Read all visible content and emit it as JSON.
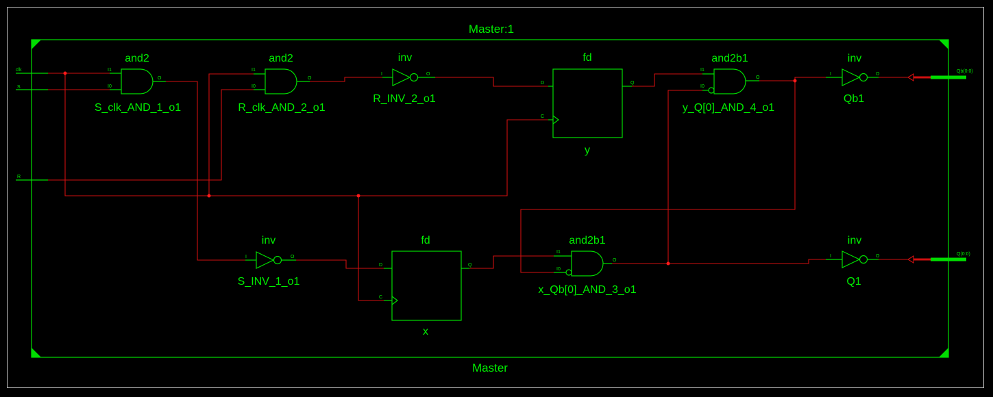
{
  "module": {
    "instance_title": "Master:1",
    "name": "Master"
  },
  "inputs": [
    {
      "name": "clk"
    },
    {
      "name": "S"
    },
    {
      "name": "R"
    }
  ],
  "outputs": [
    {
      "name": "Qb(0:0)"
    },
    {
      "name": "Q(0:0)"
    }
  ],
  "components": [
    {
      "id": "and_s",
      "type": "and2",
      "label": "S_clk_AND_1_o1",
      "pins": [
        "I1",
        "I0",
        "O"
      ]
    },
    {
      "id": "and_r",
      "type": "and2",
      "label": "R_clk_AND_2_o1",
      "pins": [
        "I1",
        "I0",
        "O"
      ]
    },
    {
      "id": "inv_r",
      "type": "inv",
      "label": "R_INV_2_o1",
      "pins": [
        "I",
        "O"
      ]
    },
    {
      "id": "fd_y",
      "type": "fd",
      "label": "y",
      "pins": [
        "D",
        "Q",
        "C"
      ]
    },
    {
      "id": "and_y",
      "type": "and2b1",
      "label": "y_Q[0]_AND_4_o1",
      "pins": [
        "I1",
        "I0",
        "O"
      ]
    },
    {
      "id": "inv_qb",
      "type": "inv",
      "label": "Qb1",
      "pins": [
        "I",
        "O"
      ]
    },
    {
      "id": "inv_s",
      "type": "inv",
      "label": "S_INV_1_o1",
      "pins": [
        "I",
        "O"
      ]
    },
    {
      "id": "fd_x",
      "type": "fd",
      "label": "x",
      "pins": [
        "D",
        "Q",
        "C"
      ]
    },
    {
      "id": "and_x",
      "type": "and2b1",
      "label": "x_Qb[0]_AND_3_o1",
      "pins": [
        "I1",
        "I0",
        "O"
      ]
    },
    {
      "id": "inv_q",
      "type": "inv",
      "label": "Q1",
      "pins": [
        "I",
        "O"
      ]
    }
  ],
  "colors": {
    "background": "#000000",
    "symbol": "#00dd00",
    "wire": "#d01010",
    "junction": "#ff1a1a",
    "frame": "#bdbdbd"
  }
}
